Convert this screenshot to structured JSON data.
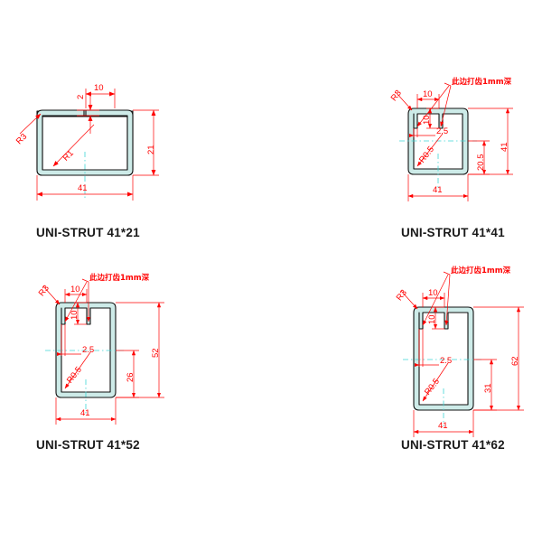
{
  "sheet": {
    "background_color": "#ffffff",
    "line_color_profile": "#111111",
    "fill_color_profile": "#cdebe8",
    "dimension_color": "#ff0000",
    "centerline_color": "#3fd5d5",
    "title_color": "#1a1a1a"
  },
  "drawings": [
    {
      "id": "uni-strut-41x21",
      "title": "UNI-STRUT 41*21",
      "width_mm": 41,
      "height_mm": 21,
      "dimensions": {
        "width": "41",
        "height": "21",
        "lip_gap": "10",
        "thickness": "2",
        "inner_radius": "R1",
        "outer_radius": "R3"
      },
      "notes": []
    },
    {
      "id": "uni-strut-41x41",
      "title": "UNI-STRUT 41*41",
      "width_mm": 41,
      "height_mm": 41,
      "dimensions": {
        "width": "41",
        "height": "41",
        "inner_height": "20.5",
        "lip_gap": "10",
        "lip_depth": "10",
        "lip_thickness": "2.5",
        "lip_radius": "R0.5",
        "outer_radius": "R3"
      },
      "notes": [
        "此边打齿1mm深"
      ]
    },
    {
      "id": "uni-strut-41x52",
      "title": "UNI-STRUT 41*52",
      "width_mm": 41,
      "height_mm": 52,
      "dimensions": {
        "width": "41",
        "height": "52",
        "inner_height": "26",
        "lip_gap": "10",
        "lip_depth": "10",
        "lip_thickness": "2.5",
        "lip_radius": "R0.5",
        "outer_radius": "R3"
      },
      "notes": [
        "此边打齿1mm深"
      ]
    },
    {
      "id": "uni-strut-41x62",
      "title": "UNI-STRUT 41*62",
      "width_mm": 41,
      "height_mm": 62,
      "dimensions": {
        "width": "41",
        "height": "62",
        "inner_height": "31",
        "lip_gap": "10",
        "lip_depth": "10",
        "lip_thickness": "2.5",
        "lip_radius": "R0.5",
        "outer_radius": "R3"
      },
      "notes": [
        "此边打齿1mm深"
      ]
    }
  ],
  "labels": {
    "note_cn": "此边打齿",
    "note_suffix": "1mm",
    "note_depth": "深"
  }
}
